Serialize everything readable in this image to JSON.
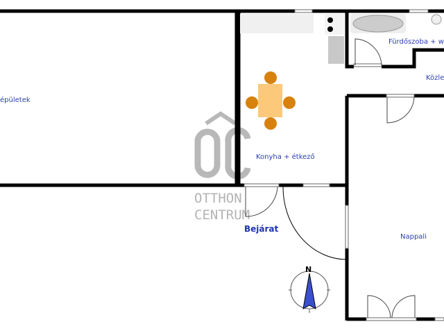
{
  "rooms": {
    "left_room": "épületek",
    "kitchen": "Konyha + étkező",
    "bathroom": "Fürdőszoba + wc",
    "corridor": "Közle",
    "living_room": "Nappali",
    "entrance": "Bejárat"
  },
  "compass": {
    "north_label": "N"
  },
  "watermark": {
    "logo": "OC",
    "line1": "OTTHON",
    "line2": "CENTRUM"
  },
  "colors": {
    "wall": "#000000",
    "label": "#2c3fb0",
    "furniture": "#d7820e",
    "table": "#fcc97a",
    "compass": "#3a4fd0",
    "watermark": "#b3b3b3"
  }
}
